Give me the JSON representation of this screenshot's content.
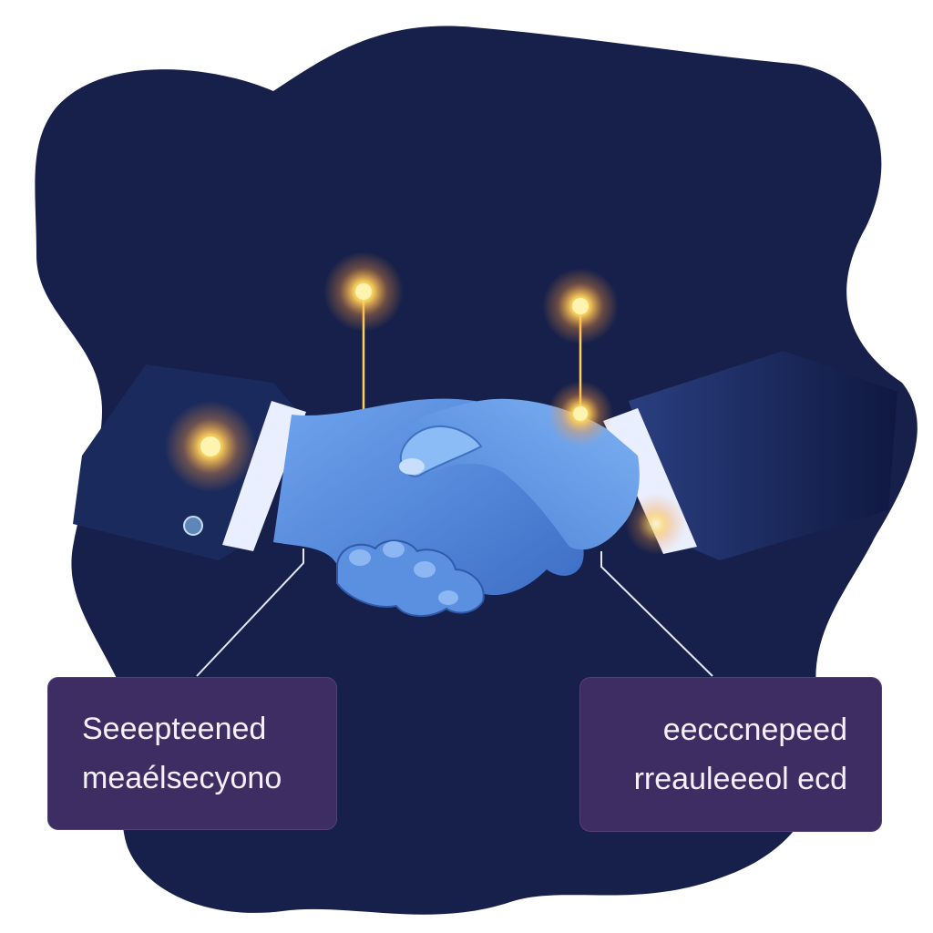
{
  "colors": {
    "blob": "#16204a",
    "label_bg": "#3e2d63",
    "label_text": "#f4f1fb",
    "glow": "#ffd25a",
    "hand": "#4f86d8",
    "sleeve": "#1b2a5c",
    "cuff": "#e9efff",
    "connector_line": "#e6e9f5"
  },
  "icons": {
    "main": "handshake-icon",
    "nodes": "glowing-node-icon"
  },
  "labels": {
    "left": {
      "line1": "Seeepteened",
      "line2": "meaélsecyono"
    },
    "right": {
      "line1": "eecccnepeed",
      "line2": "rreauleeeol ecd"
    }
  }
}
